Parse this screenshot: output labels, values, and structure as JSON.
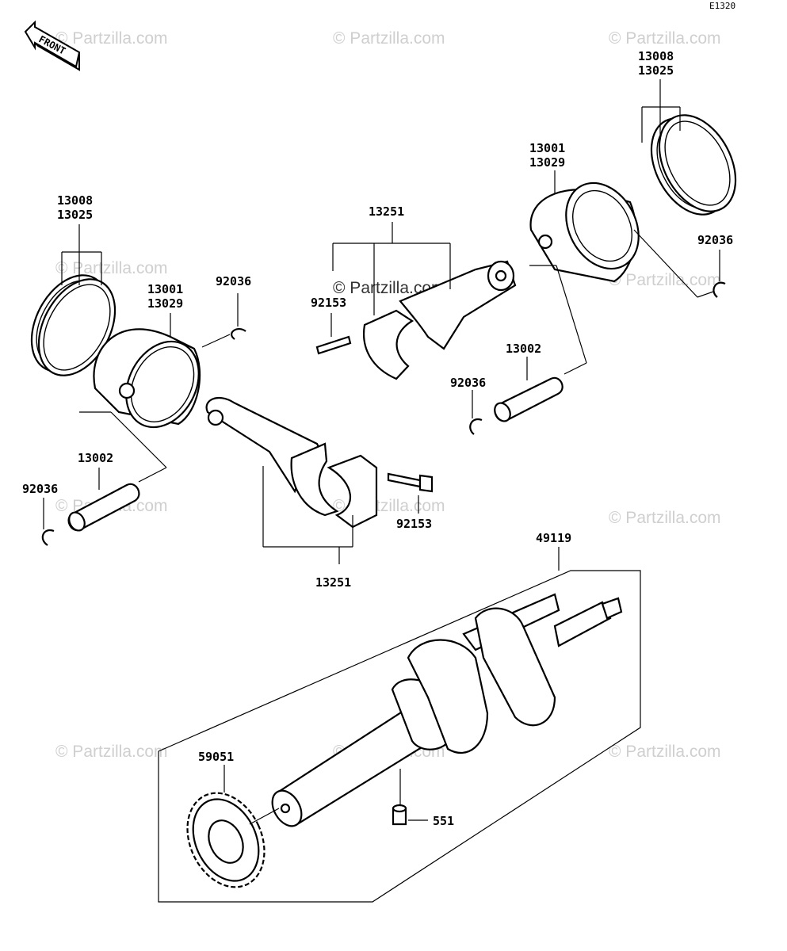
{
  "diagram_code": "E1320",
  "front_label": "FRONT",
  "watermark": "© Partzilla.com",
  "labels": {
    "rings_left_a": "13008",
    "rings_left_b": "13025",
    "piston_left_a": "13001",
    "piston_left_b": "13029",
    "clip_left_upper": "92036",
    "pin_left": "13002",
    "clip_left_lower": "92036",
    "rod_upper": "13251",
    "bolt_upper": "92153",
    "bolt_lower": "92153",
    "rod_lower": "13251",
    "piston_right_a": "13001",
    "piston_right_b": "13029",
    "rings_right_a": "13008",
    "rings_right_b": "13025",
    "clip_right_upper": "92036",
    "pin_right": "13002",
    "clip_right_lower": "92036",
    "crankshaft": "49119",
    "gear": "59051",
    "dowel": "551"
  }
}
